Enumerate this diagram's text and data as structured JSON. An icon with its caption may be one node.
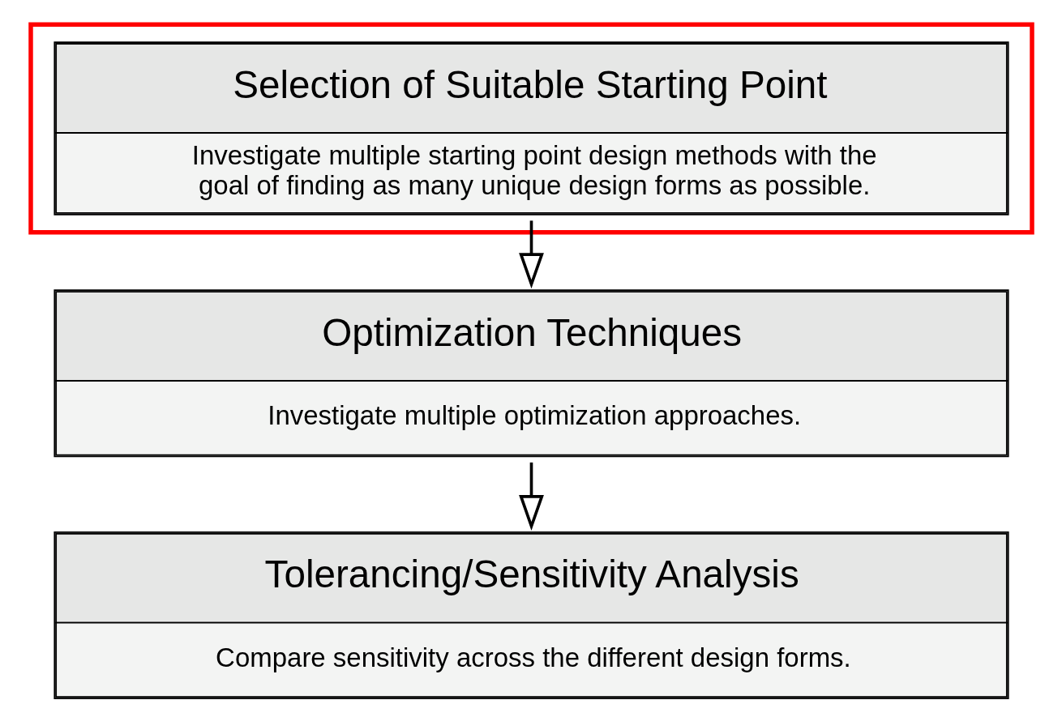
{
  "diagram": {
    "nodes": [
      {
        "text": [],
        "shape": "box"
      },
      {
        "text": [
          "Selection of Suitable Starting Point",
          "Investigate multiple starting point design methods with the goal of finding as many unique design forms as possible."
        ],
        "in": 0
      },
      {
        "text": [
          "Optimization Techniques",
          "Investigate multiple optimization approaches."
        ]
      },
      {
        "text": [
          "Tolerancing/Sensitivity Analysis",
          "Compare sensitivity across the different design forms."
        ]
      }
    ],
    "edges": [
      {
        "from": 1,
        "to": 2,
        "arrow": "to"
      },
      {
        "from": 2,
        "to": 3,
        "arrow": "to"
      }
    ]
  }
}
